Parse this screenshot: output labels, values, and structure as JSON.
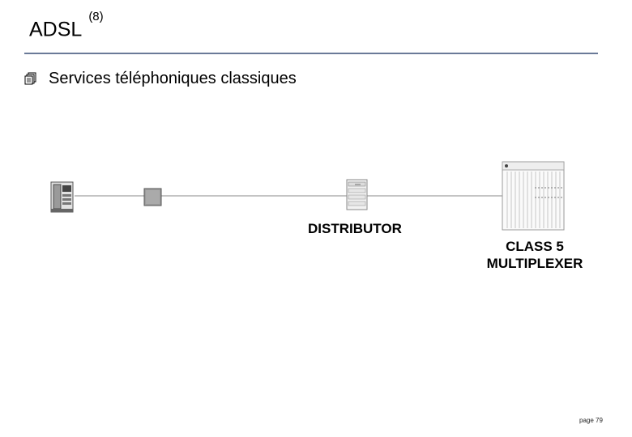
{
  "header": {
    "title": "ADSL",
    "superscript": "(8)"
  },
  "bullet": {
    "icon": "document-stack-icon",
    "text": "Services téléphoniques classiques"
  },
  "diagram": {
    "distributor_label": "DISTRIBUTOR",
    "class5_line1": "CLASS 5",
    "class5_line2": "MULTIPLEXER"
  },
  "footer": {
    "page": "page 79"
  }
}
